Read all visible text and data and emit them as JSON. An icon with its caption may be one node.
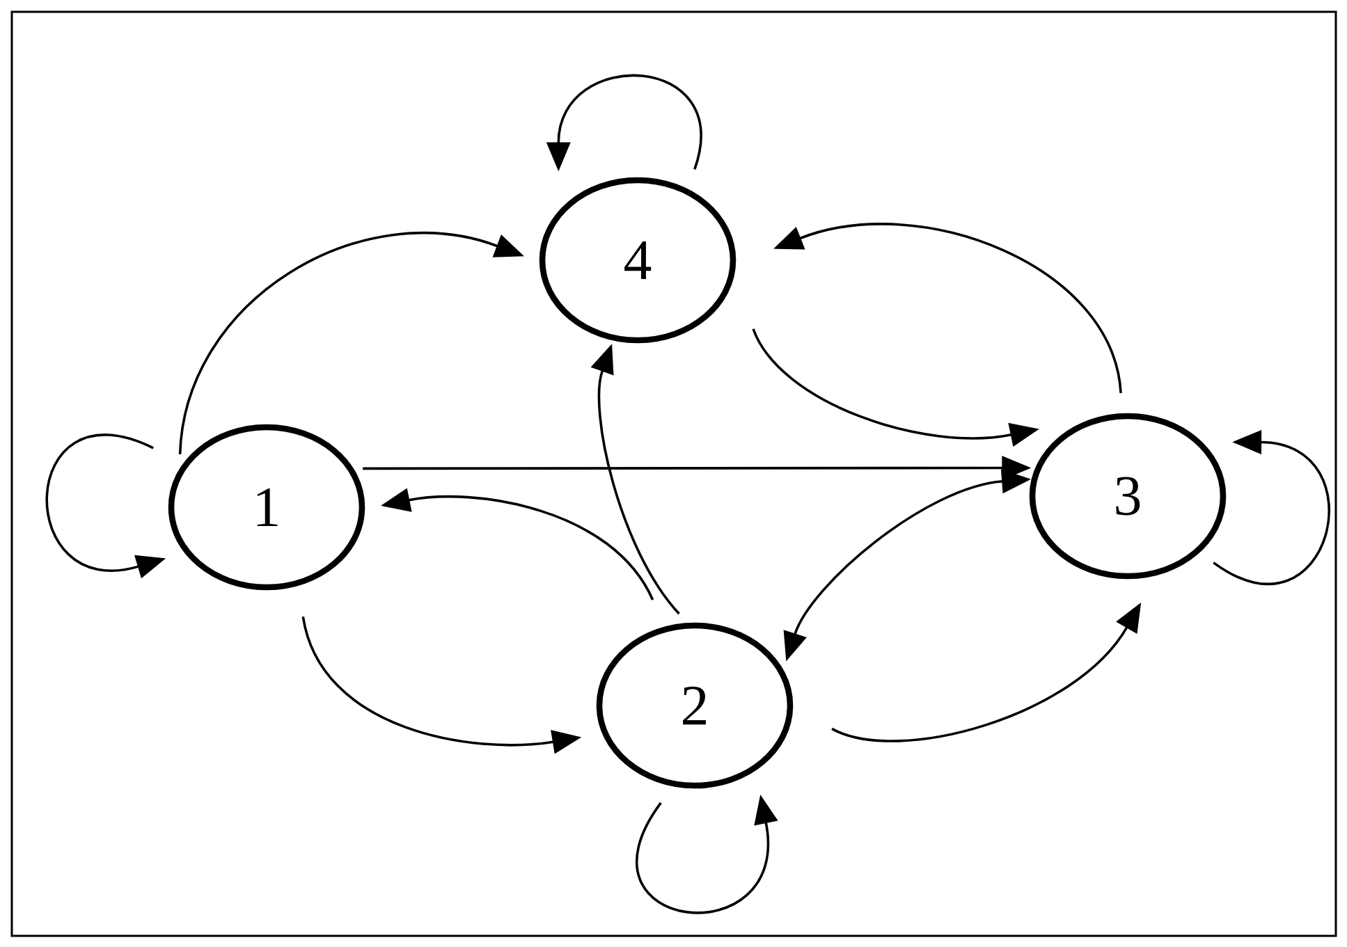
{
  "diagram": {
    "nodes": [
      {
        "text": [
          "4"
        ]
      },
      {
        "text": [
          "1"
        ]
      },
      {
        "text": [
          "3"
        ]
      },
      {
        "text": [
          "2"
        ]
      }
    ],
    "edges": [
      {
        "from": 0,
        "to": 0,
        "arrow": "to"
      },
      {
        "from": 1,
        "to": 0,
        "arrow": "to"
      },
      {
        "from": 2,
        "to": 0,
        "arrow": "to"
      },
      {
        "from": 0,
        "to": 2,
        "arrow": "to"
      },
      {
        "from": 1,
        "to": 1,
        "arrow": "to"
      },
      {
        "from": 1,
        "to": 2,
        "arrow": "to"
      },
      {
        "from": 3,
        "to": 1,
        "arrow": "to"
      },
      {
        "from": 3,
        "to": 0,
        "arrow": "to"
      },
      {
        "from": 2,
        "to": 3,
        "arrow": "both"
      },
      {
        "from": 2,
        "to": 2,
        "arrow": "to"
      },
      {
        "from": 1,
        "to": 3,
        "arrow": "to"
      },
      {
        "from": 3,
        "to": 2,
        "arrow": "to"
      },
      {
        "from": 3,
        "to": 3,
        "arrow": "to"
      }
    ]
  }
}
